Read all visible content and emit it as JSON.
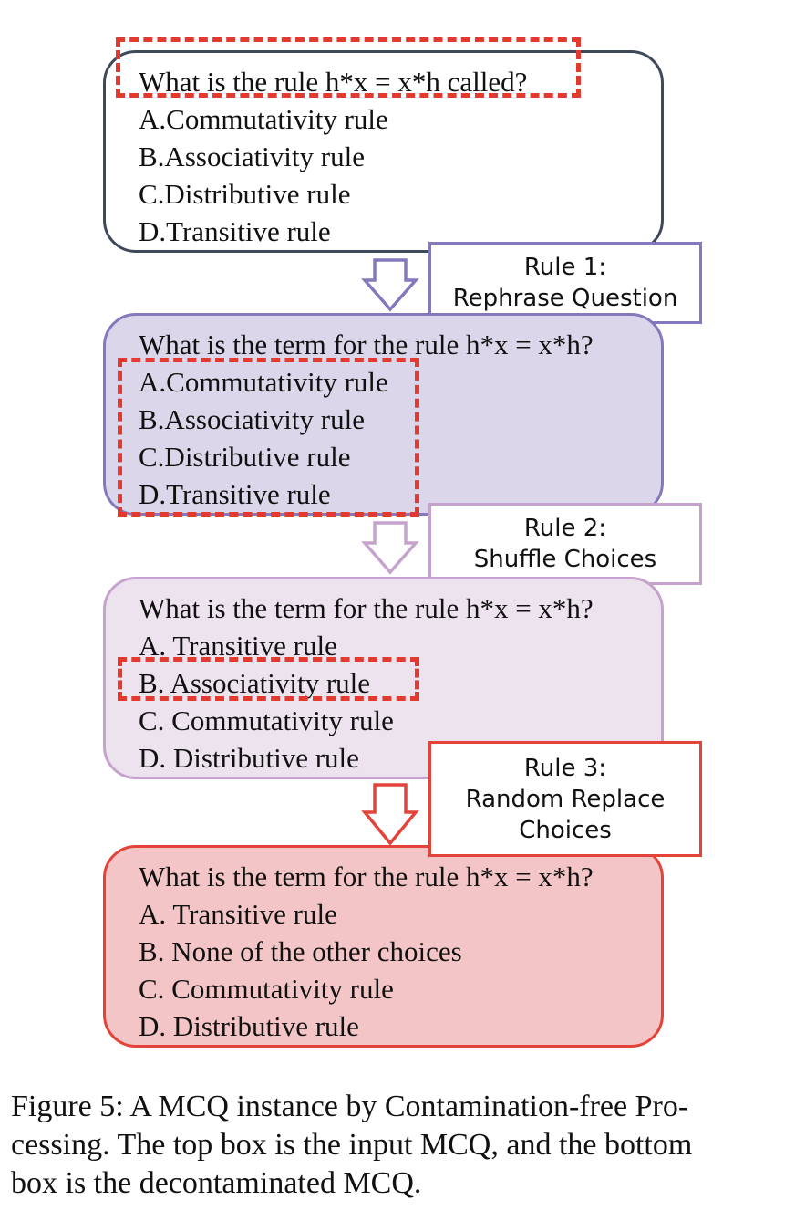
{
  "boxes": [
    {
      "question": "What is the rule h*x = x*h called?",
      "choices": [
        "A.Commutativity rule",
        "B.Associativity rule",
        "C.Distributive rule",
        "D.Transitive rule"
      ]
    },
    {
      "question": "What is the term for the rule h*x = x*h?",
      "choices": [
        "A.Commutativity rule",
        "B.Associativity rule",
        "C.Distributive rule",
        "D.Transitive rule"
      ]
    },
    {
      "question": "What is the term for the rule h*x = x*h?",
      "choices": [
        "A. Transitive rule",
        "B. Associativity rule",
        "C. Commutativity rule",
        "D. Distributive rule"
      ]
    },
    {
      "question": "What is the term for the rule h*x = x*h?",
      "choices": [
        "A. Transitive rule",
        "B. None of the other choices",
        "C. Commutativity rule",
        "D. Distributive rule"
      ]
    }
  ],
  "rules": [
    {
      "title": "Rule 1:",
      "lines": [
        "Rephrase Question"
      ]
    },
    {
      "title": "Rule 2:",
      "lines": [
        "Shuffle Choices"
      ]
    },
    {
      "title": "Rule 3:",
      "lines": [
        "Random Replace",
        "Choices"
      ]
    }
  ],
  "caption": [
    "Figure 5: A MCQ instance by Contamination-free Pro-",
    "cessing. The top box is the input MCQ, and the bottom",
    "box is the decontaminated MCQ."
  ],
  "colors": {
    "box1_border": "#3e4a5c",
    "box1_fill": "#ffffff",
    "box2_border": "#8578bd",
    "box2_fill": "#dbd6ea",
    "box3_border": "#c5a3cd",
    "box3_fill": "#ede3ef",
    "box4_border": "#e4433a",
    "box4_fill": "#f4c5c6",
    "highlight": "#e33a2f"
  }
}
